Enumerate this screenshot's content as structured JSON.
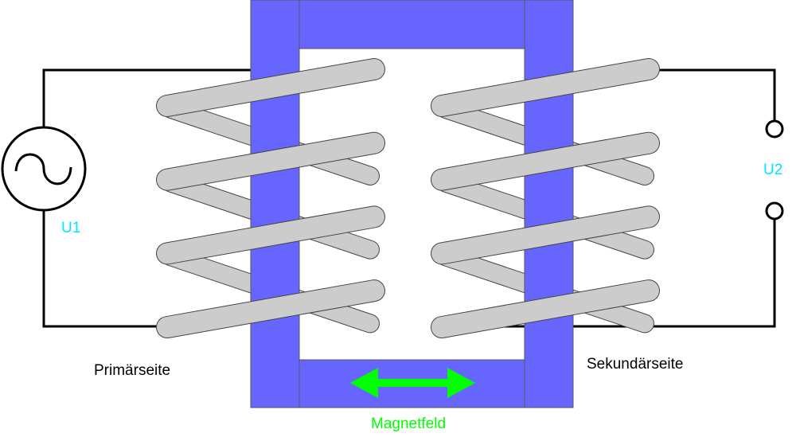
{
  "labels": {
    "u1": "U1",
    "u2": "U2",
    "primary": "Primärseite",
    "secondary": "Sekundärseite",
    "field": "Magnetfeld"
  },
  "colors": {
    "core": "#6666ff",
    "coil": "#cccccc",
    "voltage_label": "#00e5ff",
    "field": "#00ff00",
    "wire": "#000000"
  },
  "coils": {
    "primary_turns": 4,
    "secondary_turns": 4
  }
}
